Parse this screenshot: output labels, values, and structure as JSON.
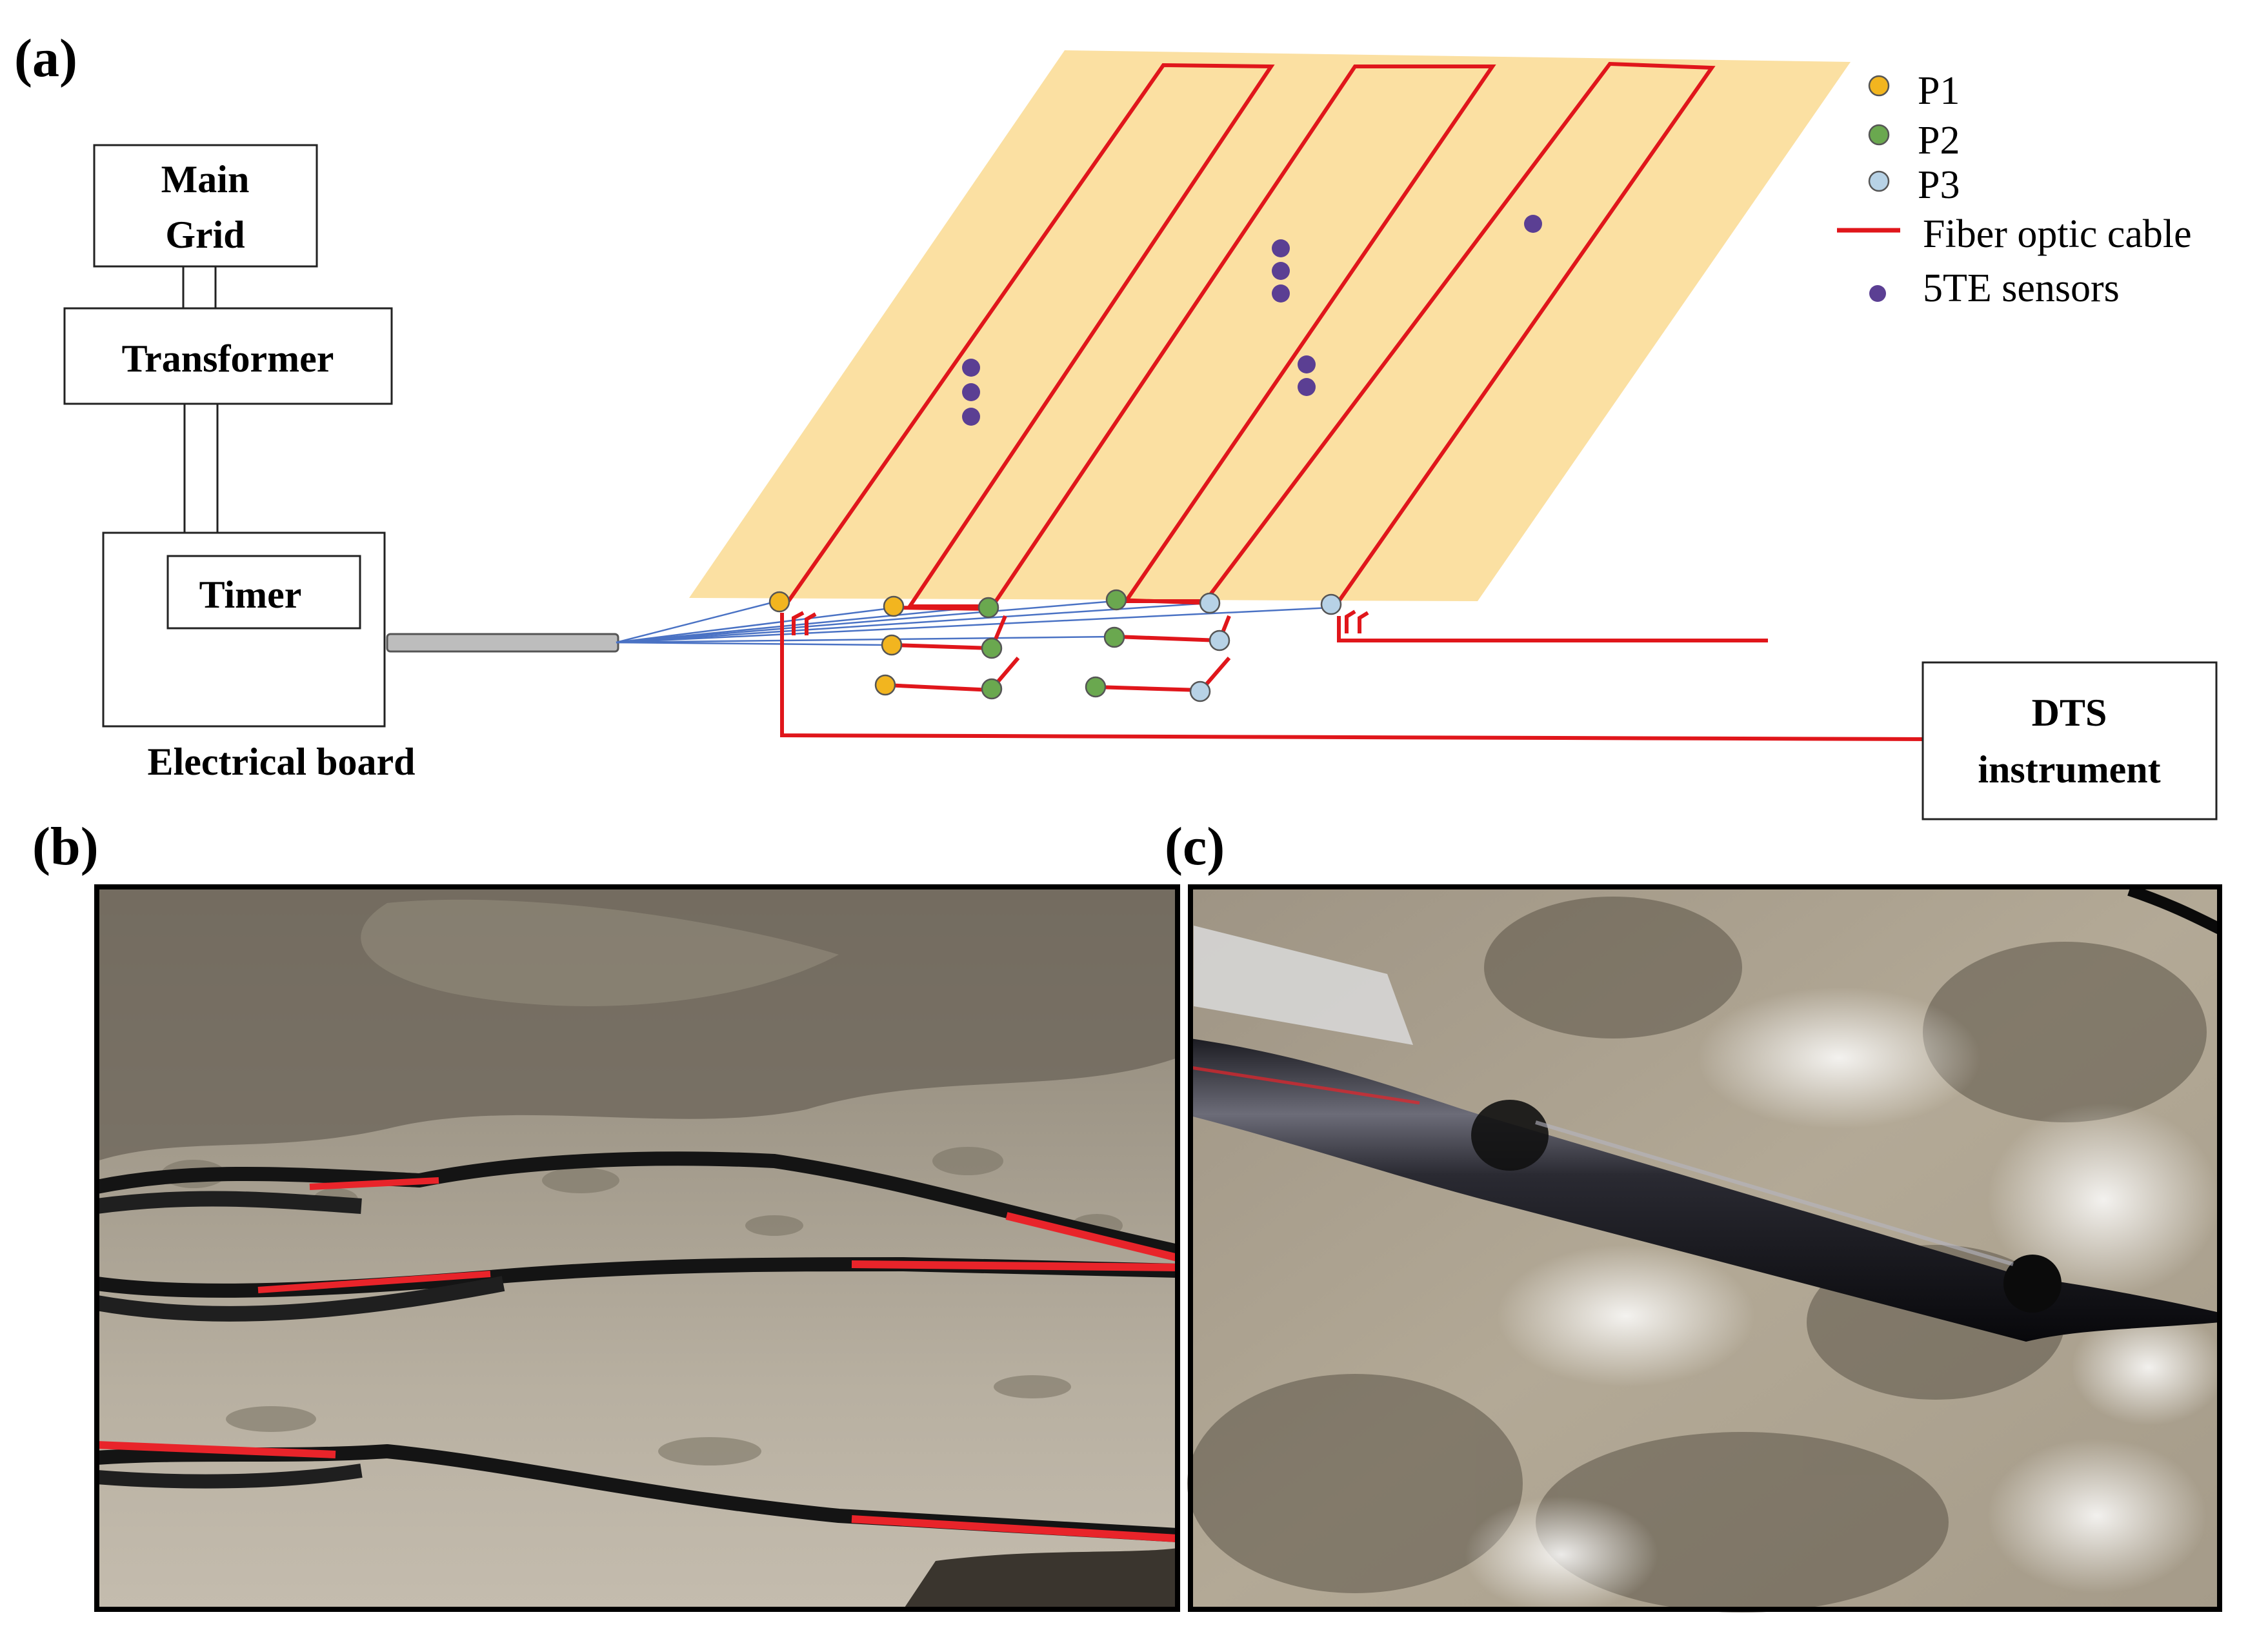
{
  "panel_labels": {
    "a": "(a)",
    "b": "(b)",
    "c": "(c)"
  },
  "boxes": {
    "main_grid": [
      "Main",
      "Grid"
    ],
    "transformer": "Transformer",
    "timer": "Timer",
    "electrical_board": "Electrical board",
    "dts": [
      "DTS",
      "instrument"
    ]
  },
  "legend": {
    "p1": "P1",
    "p2": "P2",
    "p3": "P3",
    "fiber": "Fiber optic cable",
    "sensors": "5TE sensors"
  },
  "colors": {
    "field": "#fbe0a2",
    "fiber": "#e0161b",
    "p1": "#f2b51f",
    "p2": "#6aa84f",
    "p3": "#b7d2e6",
    "sensor": "#5b3f93",
    "wire": "#4a72c4",
    "pipe": "#bdbdbd"
  }
}
